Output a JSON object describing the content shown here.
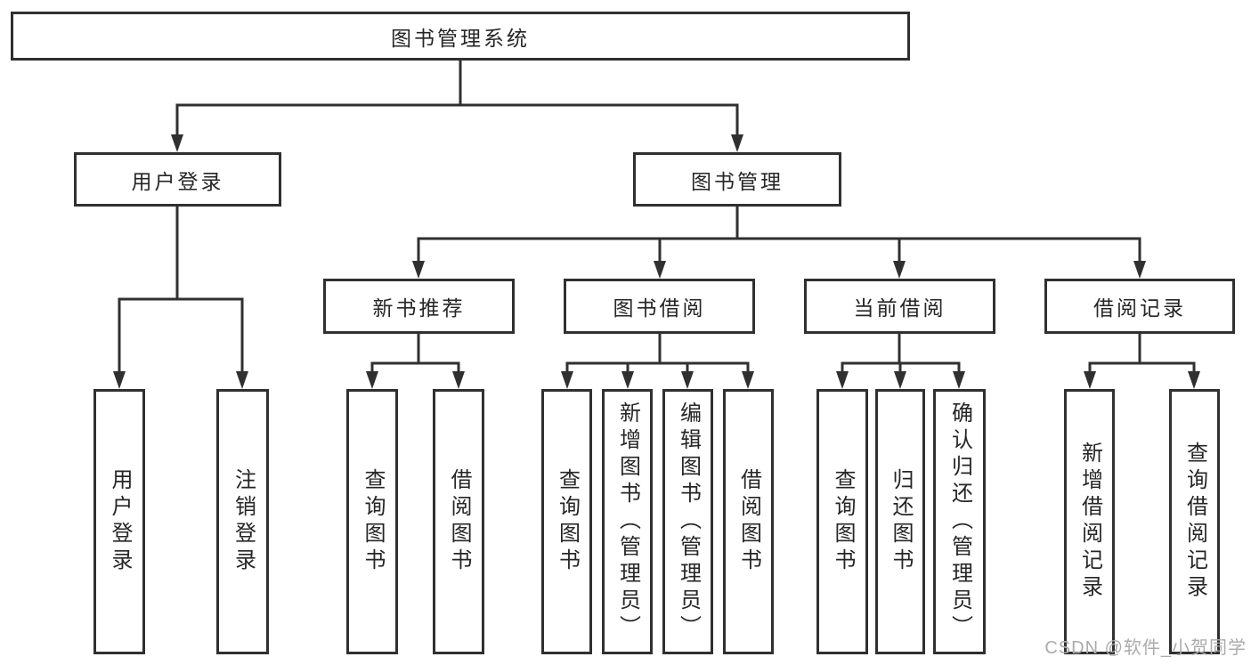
{
  "diagram": {
    "root": "图书管理系统",
    "level2": {
      "user_login": "用户登录",
      "book_management": "图书管理"
    },
    "level3": {
      "new_book_recommend": "新书推荐",
      "book_borrow": "图书借阅",
      "current_borrow": "当前借阅",
      "borrow_records": "借阅记录"
    },
    "leaves": {
      "user_login": "用户登录",
      "logout": "注销登录",
      "nbr_query_book": "查询图书",
      "nbr_borrow_book": "借阅图书",
      "bb_query_book": "查询图书",
      "bb_add_book": "新增图书（管理员）",
      "bb_edit_book": "编辑图书（管理员）",
      "bb_borrow_book": "借阅图书",
      "cb_query_book": "查询图书",
      "cb_return_book": "归还图书",
      "cb_confirm_return": "确认归还（管理员）",
      "br_add_record": "新增借阅记录",
      "br_query_record": "查询借阅记录"
    },
    "hierarchy": {
      "图书管理系统": [
        "用户登录",
        "图书管理"
      ],
      "用户登录": [
        "用户登录",
        "注销登录"
      ],
      "图书管理": [
        "新书推荐",
        "图书借阅",
        "当前借阅",
        "借阅记录"
      ],
      "新书推荐": [
        "查询图书",
        "借阅图书"
      ],
      "图书借阅": [
        "查询图书",
        "新增图书（管理员）",
        "编辑图书（管理员）",
        "借阅图书"
      ],
      "当前借阅": [
        "查询图书",
        "归还图书",
        "确认归还（管理员）"
      ],
      "借阅记录": [
        "新增借阅记录",
        "查询借阅记录"
      ]
    }
  },
  "watermark": "CSDN @软件_小贺同学",
  "colors": {
    "line": "#303030",
    "text": "#262626",
    "box_fill": "#ffffff",
    "watermark": "#ababab",
    "background": "#ffffff"
  }
}
